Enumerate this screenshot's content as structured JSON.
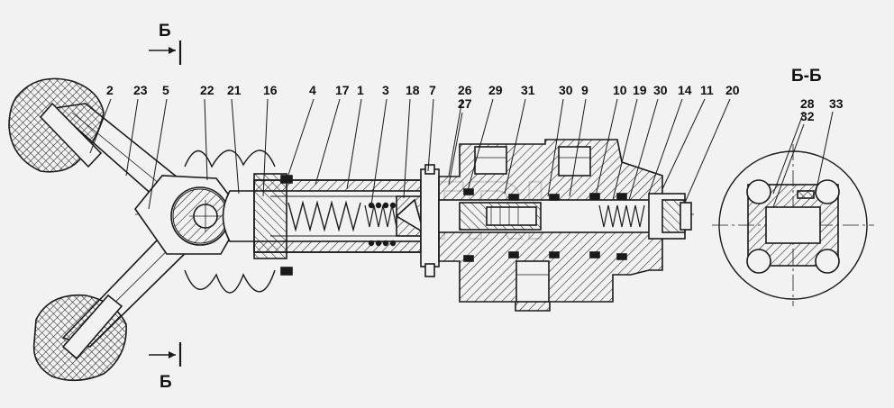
{
  "section_marks": {
    "top": "Б",
    "bottom": "Б",
    "view_title": "Б-Б"
  },
  "callouts": [
    "2",
    "23",
    "5",
    "22",
    "21",
    "16",
    "4",
    "17",
    "1",
    "3",
    "18",
    "7",
    "26",
    "27",
    "29",
    "31",
    "30",
    "9",
    "10",
    "19",
    "30",
    "14",
    "11",
    "20"
  ],
  "view_callouts": [
    "28",
    "32",
    "33"
  ],
  "watermark": "CP-TRI",
  "colors": {
    "ink": "#1a1a1a",
    "paper": "#f2f2f2",
    "watermark": "#c8c8c8"
  }
}
